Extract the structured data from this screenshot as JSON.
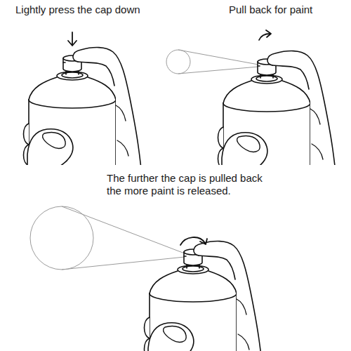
{
  "diagram": {
    "labels": [
      "Lightly press the cap down",
      "Pull back for paint",
      "The further the cap is pulled back the more paint is released."
    ]
  }
}
